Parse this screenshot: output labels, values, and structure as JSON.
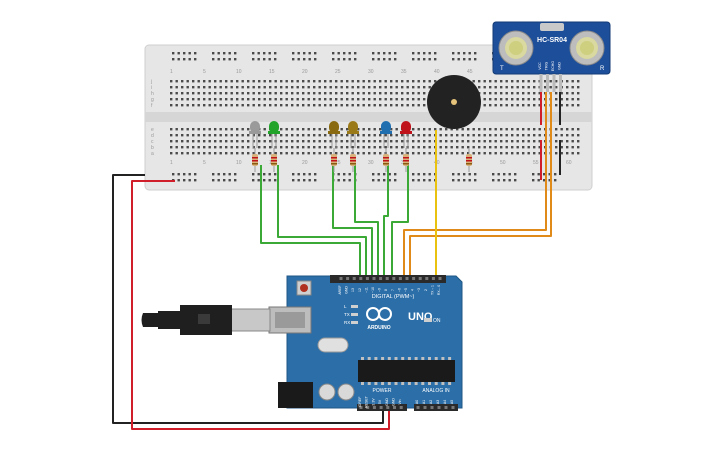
{
  "sensor": {
    "model": "HC-SR04",
    "pin_labels": [
      "VCC",
      "TRIG",
      "ECHO",
      "GND"
    ],
    "corner_left": "T",
    "corner_right": "R"
  },
  "board": {
    "brand": "ARDUINO",
    "model": "UNO",
    "digital_header": "DIGITAL (PWM~)",
    "power_header": "POWER",
    "analog_header": "ANALOG IN",
    "led_labels": [
      "L",
      "TX",
      "RX"
    ],
    "on_label": "ON",
    "digital_pins": [
      "AREF",
      "GND",
      "13",
      "12",
      "~11",
      "~10",
      "~9",
      "8",
      "7",
      "~6",
      "~5",
      "4",
      "~3",
      "2",
      "TX→1",
      "RX←0"
    ],
    "power_pins": [
      "IOREF",
      "RESET",
      "3.3V",
      "5V",
      "GND",
      "GND",
      "Vin"
    ],
    "analog_pins": [
      "A0",
      "A1",
      "A2",
      "A3",
      "A4",
      "A5"
    ]
  },
  "breadboard": {
    "column_numbers": [
      "1",
      "5",
      "10",
      "15",
      "20",
      "25",
      "30",
      "35",
      "40",
      "45",
      "50",
      "55",
      "60"
    ],
    "row_letters_top": [
      "j",
      "i",
      "h",
      "g",
      "f"
    ],
    "row_letters_bottom": [
      "e",
      "d",
      "c",
      "b",
      "a"
    ]
  },
  "components": {
    "leds": [
      {
        "name": "led-gray",
        "color": "#9a9a9a"
      },
      {
        "name": "led-green",
        "color": "#22a32a"
      },
      {
        "name": "led-olive-1",
        "color": "#8a6a10"
      },
      {
        "name": "led-olive-2",
        "color": "#9a7a18"
      },
      {
        "name": "led-blue",
        "color": "#1f6fb0"
      },
      {
        "name": "led-red",
        "color": "#c0121a"
      }
    ],
    "buzzer": {
      "name": "piezo-buzzer",
      "color": "#222222"
    }
  },
  "wire_colors": {
    "green": "#3aa935",
    "orange": "#e08a1a",
    "yellow": "#e8c20e",
    "red": "#d01f2a",
    "black": "#222222"
  }
}
